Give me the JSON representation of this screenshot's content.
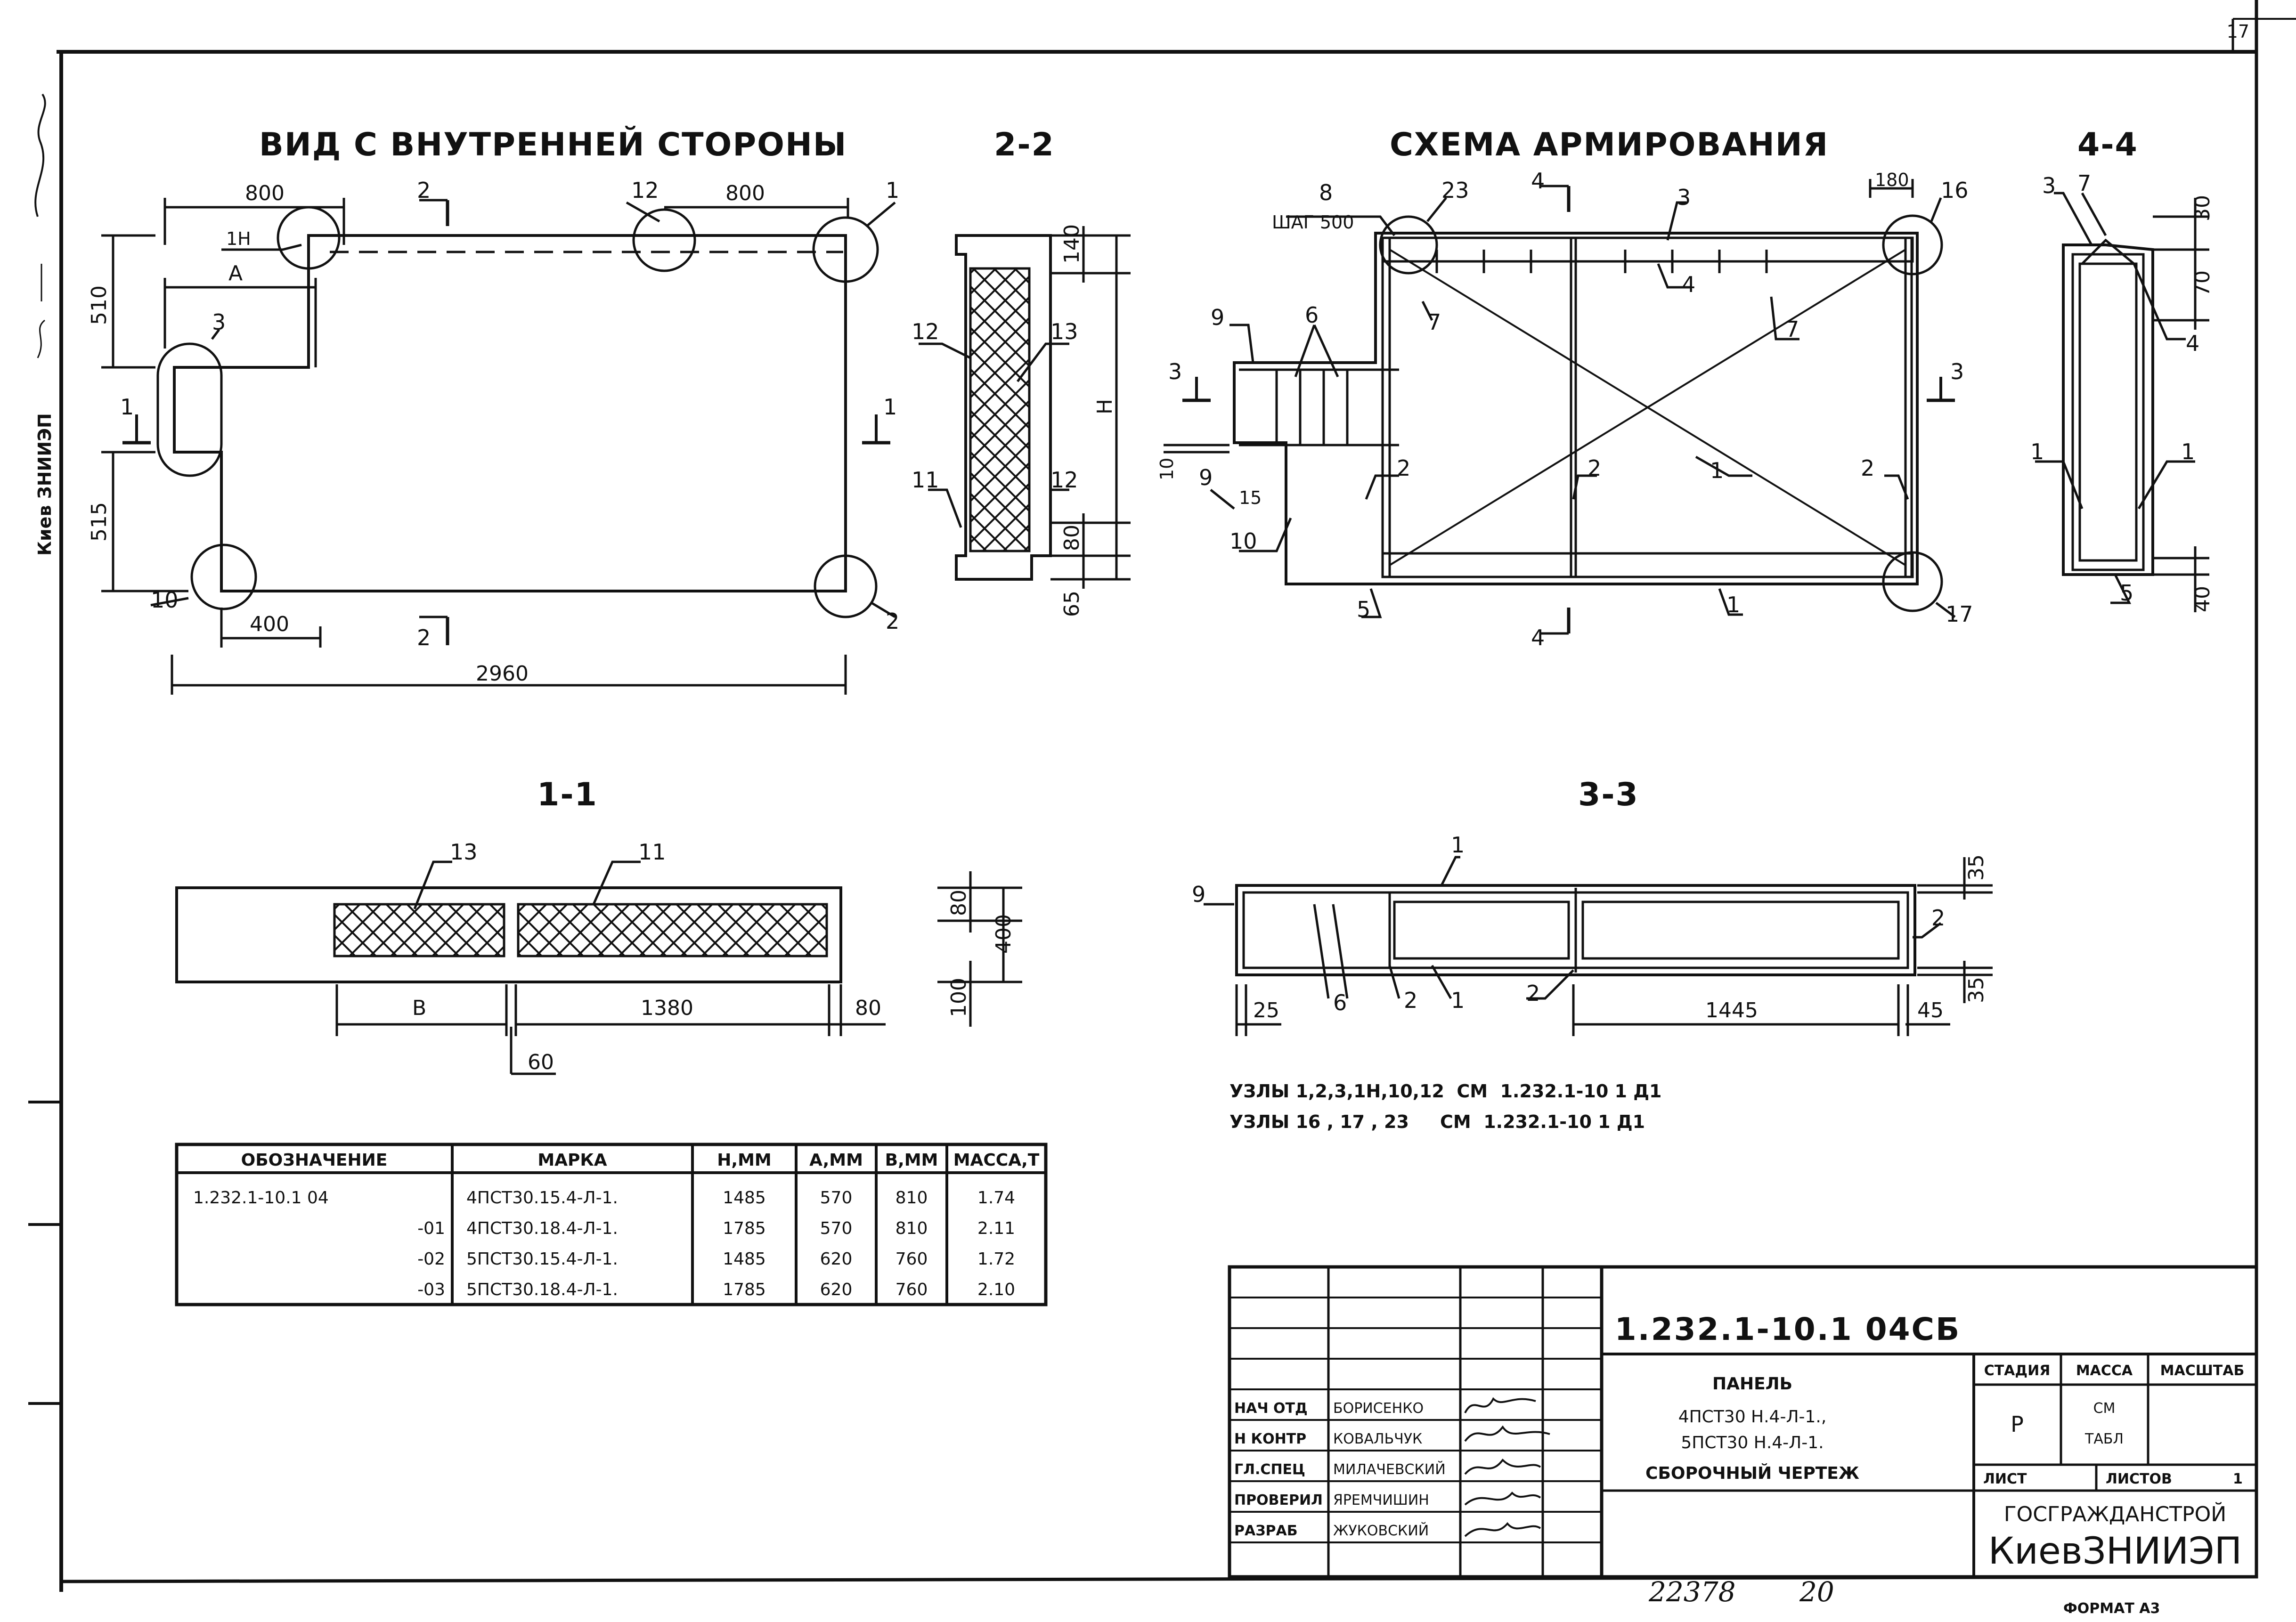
{
  "sheet_number": "17",
  "side_stamp": "Киев ЗНИИЭП",
  "views": {
    "inner_side_title": "ВИД С ВНУТРЕННЕЙ СТОРОНЫ",
    "section_2_2": "2-2",
    "reinforcement_title": "СХЕМА АРМИРОВАНИЯ",
    "section_4_4": "4-4",
    "section_1_1": "1-1",
    "section_3_3": "3-3"
  },
  "inner_side": {
    "dims": {
      "d800a": "800",
      "d800b": "800",
      "dA": "A",
      "d510": "510",
      "d515": "515",
      "d400": "400",
      "d2960": "2960"
    },
    "callouts": {
      "c1H": "1H",
      "c12": "12",
      "c1": "1",
      "c3": "3",
      "c10": "10",
      "c2": "2"
    },
    "section_marks": {
      "top": "2",
      "bottom": "2",
      "left": "1",
      "right": "1"
    }
  },
  "section22": {
    "callouts": {
      "c12a": "12",
      "c13": "13",
      "c11": "11",
      "c12b": "12"
    },
    "dims": {
      "d140": "140",
      "dH": "H",
      "d80": "80",
      "d65": "65"
    }
  },
  "reinforcement": {
    "step_note": "ШАГ 500",
    "dims": {
      "d180": "180",
      "d10": "10",
      "d15": "15"
    },
    "callouts": {
      "c8": "8",
      "c23": "23",
      "c16": "16",
      "c3": "3",
      "c4": "4",
      "c9a": "9",
      "c6": "6",
      "c7a": "7",
      "c7b": "7",
      "c9b": "9",
      "c2a": "2",
      "c2b": "2",
      "c2c": "2",
      "c1": "1",
      "c10": "10",
      "c5": "5",
      "c1b": "1",
      "c17": "17"
    },
    "section_marks": {
      "top": "4",
      "bottom": "4",
      "left": "3",
      "right": "3"
    }
  },
  "section44": {
    "callouts": {
      "c3": "3",
      "c7": "7",
      "c4": "4",
      "c1a": "1",
      "c1b": "1",
      "c5": "5"
    },
    "dims": {
      "d30": "30",
      "d70": "70",
      "d40": "40"
    }
  },
  "section11": {
    "callouts": {
      "c13": "13",
      "c11": "11"
    },
    "dims": {
      "dB": "B",
      "d1380": "1380",
      "d80a": "80",
      "d60": "60",
      "d80b": "80",
      "d400": "400",
      "d100": "100"
    }
  },
  "section33": {
    "callouts": {
      "c1": "1",
      "c9": "9",
      "c2": "2",
      "c6": "6",
      "c2b": "2",
      "c1b": "1",
      "c2c": "2"
    },
    "dims": {
      "d35a": "35",
      "d35b": "35",
      "d25": "25",
      "d1445": "1445",
      "d45": "45"
    }
  },
  "nodes_notes": [
    "УЗЛЫ 1,2,3,1Н,10,12  СМ  1.232.1-10 1 Д1",
    "УЗЛЫ 16 , 17 , 23     СМ  1.232.1-10 1 Д1"
  ],
  "spec_table": {
    "headers": [
      "ОБОЗНАЧЕНИЕ",
      "МАРКА",
      "H,ММ",
      "A,ММ",
      "B,ММ",
      "МАССА,Т"
    ],
    "rows": [
      [
        "1.232.1-10.1 04",
        "4ПСТ30.15.4-Л-1.",
        "1485",
        "570",
        "810",
        "1.74"
      ],
      [
        "-01",
        "4ПСТ30.18.4-Л-1.",
        "1785",
        "570",
        "810",
        "2.11"
      ],
      [
        "-02",
        "5ПСТ30.15.4-Л-1.",
        "1485",
        "620",
        "760",
        "1.72"
      ],
      [
        "-03",
        "5ПСТ30.18.4-Л-1.",
        "1785",
        "620",
        "760",
        "2.10"
      ]
    ]
  },
  "title_block": {
    "code": "1.232.1-10.1 04СБ",
    "name_lines": [
      "ПАНЕЛЬ",
      "4ПСТ30 Н.4-Л-1.,",
      "5ПСТ30 Н.4-Л-1.",
      "СБОРОЧНЫЙ  ЧЕРТЕЖ"
    ],
    "stage_hdr": "СТАДИЯ",
    "mass_hdr": "МАССА",
    "scale_hdr": "МАСШТАБ",
    "stage": "Р",
    "mass_lines": [
      "СМ",
      "ТАБЛ"
    ],
    "sheet_lbl": "ЛИСТ",
    "sheets_lbl": "ЛИСТОВ",
    "sheets_val": "1",
    "org1": "ГОСГРАЖДАНСТРОЙ",
    "org2": "КиевЗНИИЭП",
    "signatures": [
      {
        "role": "НАЧ ОТД",
        "name": "БОРИСЕНКО"
      },
      {
        "role": "Н КОНТР",
        "name": "КОВАЛЬЧУК"
      },
      {
        "role": "ГЛ.СПЕЦ",
        "name": "МИЛАЧЕВСКИЙ"
      },
      {
        "role": "ПРОВЕРИЛ",
        "name": "ЯРЕМЧИШИН"
      },
      {
        "role": "РАЗРАБ",
        "name": "ЖУКОВСКИЙ"
      }
    ]
  },
  "inventory_number": "22378",
  "page_number": "20",
  "format": "ФОРМАТ А3"
}
